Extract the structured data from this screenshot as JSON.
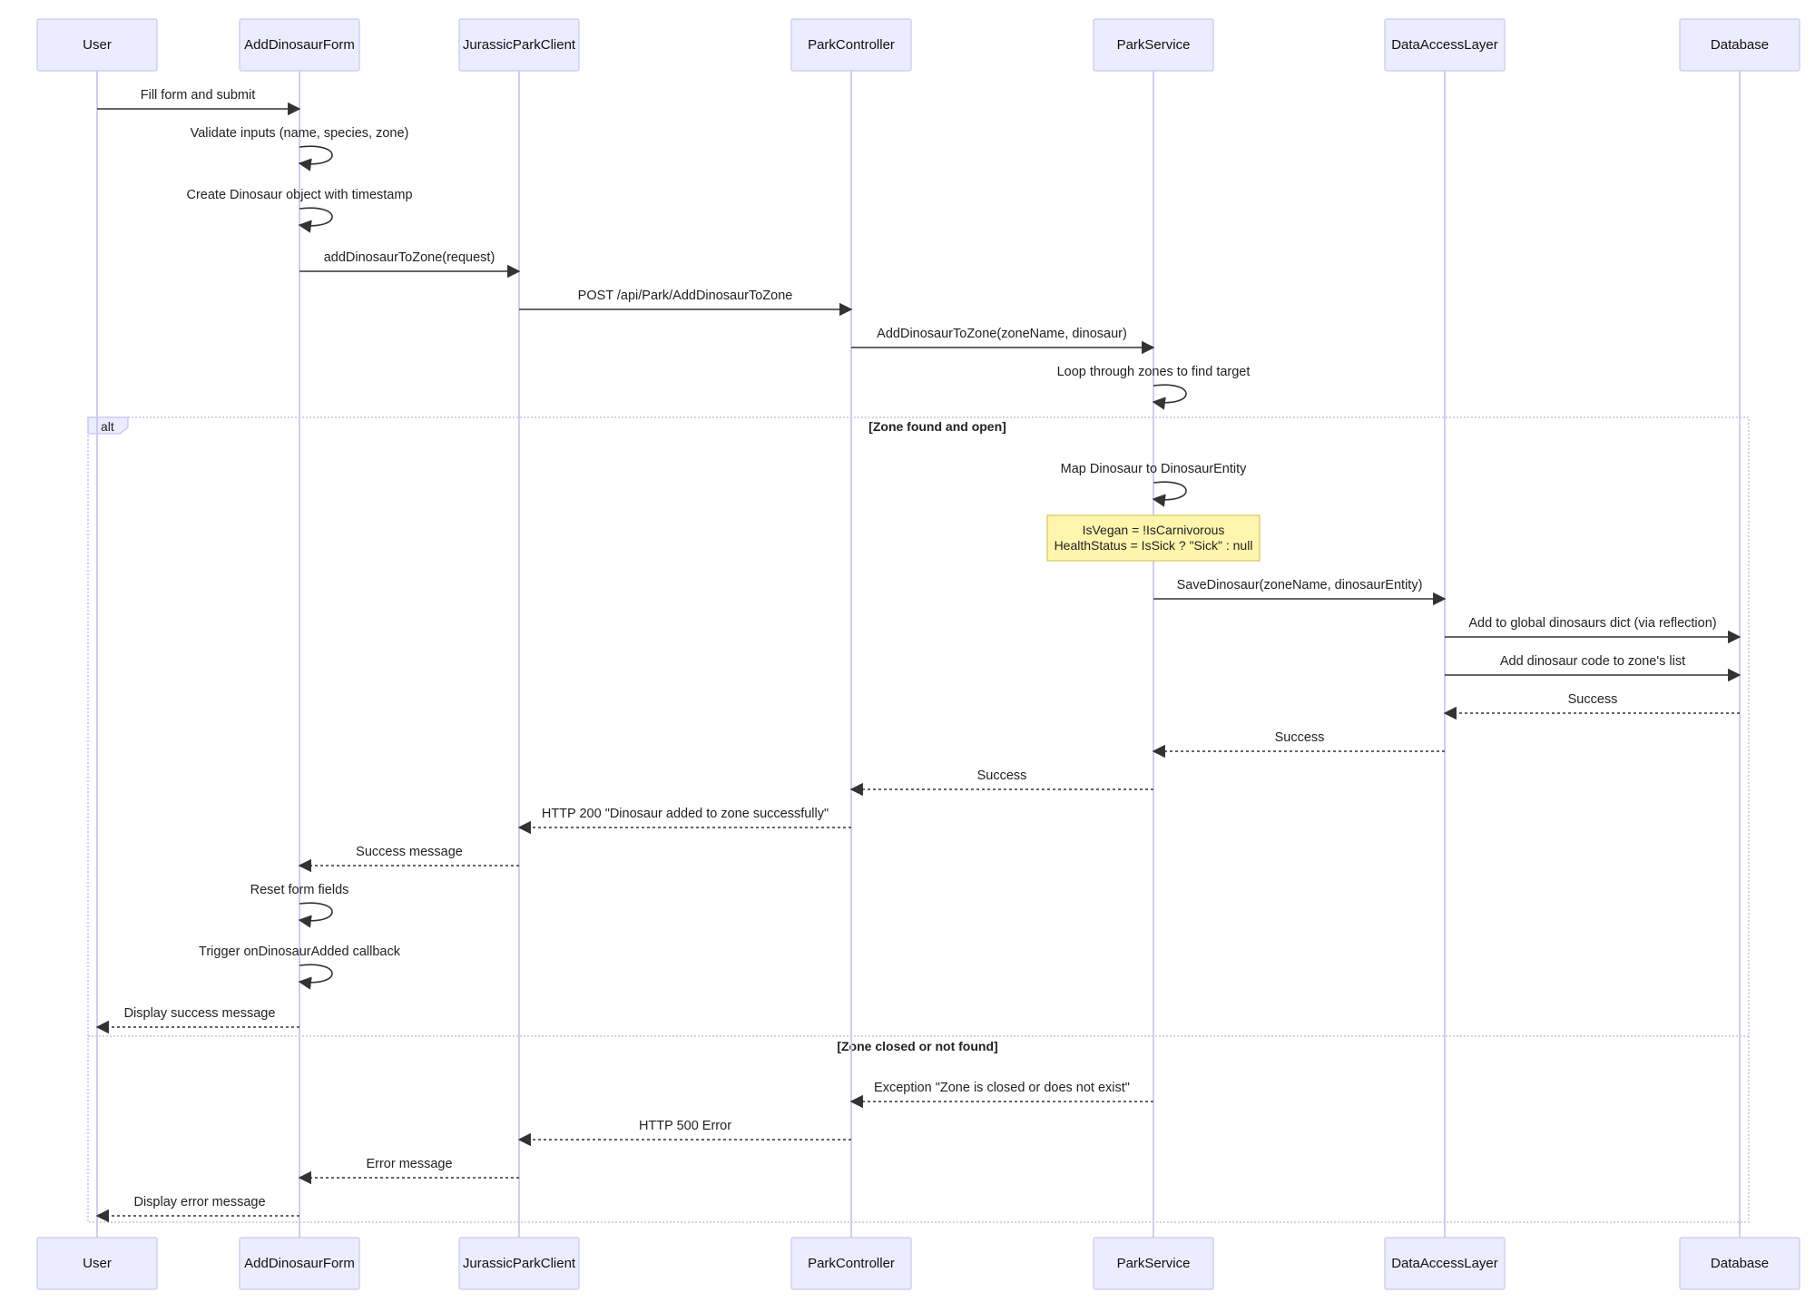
{
  "participants": [
    {
      "id": "user",
      "label": "User"
    },
    {
      "id": "form",
      "label": "AddDinosaurForm"
    },
    {
      "id": "client",
      "label": "JurassicParkClient"
    },
    {
      "id": "controller",
      "label": "ParkController"
    },
    {
      "id": "service",
      "label": "ParkService"
    },
    {
      "id": "dal",
      "label": "DataAccessLayer"
    },
    {
      "id": "db",
      "label": "Database"
    }
  ],
  "messages": [
    {
      "from": "user",
      "to": "form",
      "label": "Fill form and submit",
      "style": "solid"
    },
    {
      "from": "form",
      "to": "form",
      "label": "Validate inputs (name, species, zone)",
      "style": "self"
    },
    {
      "from": "form",
      "to": "form",
      "label": "Create Dinosaur object with timestamp",
      "style": "self"
    },
    {
      "from": "form",
      "to": "client",
      "label": "addDinosaurToZone(request)",
      "style": "solid"
    },
    {
      "from": "client",
      "to": "controller",
      "label": "POST /api/Park/AddDinosaurToZone",
      "style": "solid"
    },
    {
      "from": "controller",
      "to": "service",
      "label": "AddDinosaurToZone(zoneName, dinosaur)",
      "style": "solid"
    },
    {
      "from": "service",
      "to": "service",
      "label": "Loop through zones to find target",
      "style": "self"
    },
    {
      "from": "service",
      "to": "service",
      "label": "Map Dinosaur to DinosaurEntity",
      "style": "self"
    },
    {
      "from": "service",
      "to": "dal",
      "label": "SaveDinosaur(zoneName, dinosaurEntity)",
      "style": "solid"
    },
    {
      "from": "dal",
      "to": "db",
      "label": "Add to global dinosaurs dict (via reflection)",
      "style": "solid"
    },
    {
      "from": "dal",
      "to": "db",
      "label": "Add dinosaur code to zone's list",
      "style": "solid"
    },
    {
      "from": "db",
      "to": "dal",
      "label": "Success",
      "style": "dashed"
    },
    {
      "from": "dal",
      "to": "service",
      "label": "Success",
      "style": "dashed"
    },
    {
      "from": "service",
      "to": "controller",
      "label": "Success",
      "style": "dashed"
    },
    {
      "from": "controller",
      "to": "client",
      "label": "HTTP 200 \"Dinosaur added to zone successfully\"",
      "style": "dashed"
    },
    {
      "from": "client",
      "to": "form",
      "label": "Success message",
      "style": "dashed"
    },
    {
      "from": "form",
      "to": "form",
      "label": "Reset form fields",
      "style": "self"
    },
    {
      "from": "form",
      "to": "form",
      "label": "Trigger onDinosaurAdded callback",
      "style": "self"
    },
    {
      "from": "form",
      "to": "user",
      "label": "Display success message",
      "style": "dashed"
    },
    {
      "from": "service",
      "to": "controller",
      "label": "Exception \"Zone is closed or does not exist\"",
      "style": "dashed"
    },
    {
      "from": "controller",
      "to": "client",
      "label": "HTTP 500 Error",
      "style": "dashed"
    },
    {
      "from": "client",
      "to": "form",
      "label": "Error message",
      "style": "dashed"
    },
    {
      "from": "form",
      "to": "user",
      "label": "Display error message",
      "style": "dashed"
    }
  ],
  "note": {
    "over": "service",
    "lines": [
      "IsVegan = !IsCarnivorous",
      "HealthStatus = IsSick ? \"Sick\" : null"
    ]
  },
  "alt_frame": {
    "tag": "alt",
    "branches": [
      {
        "guard": "[Zone found and open]"
      },
      {
        "guard": "[Zone closed or not found]"
      }
    ]
  }
}
